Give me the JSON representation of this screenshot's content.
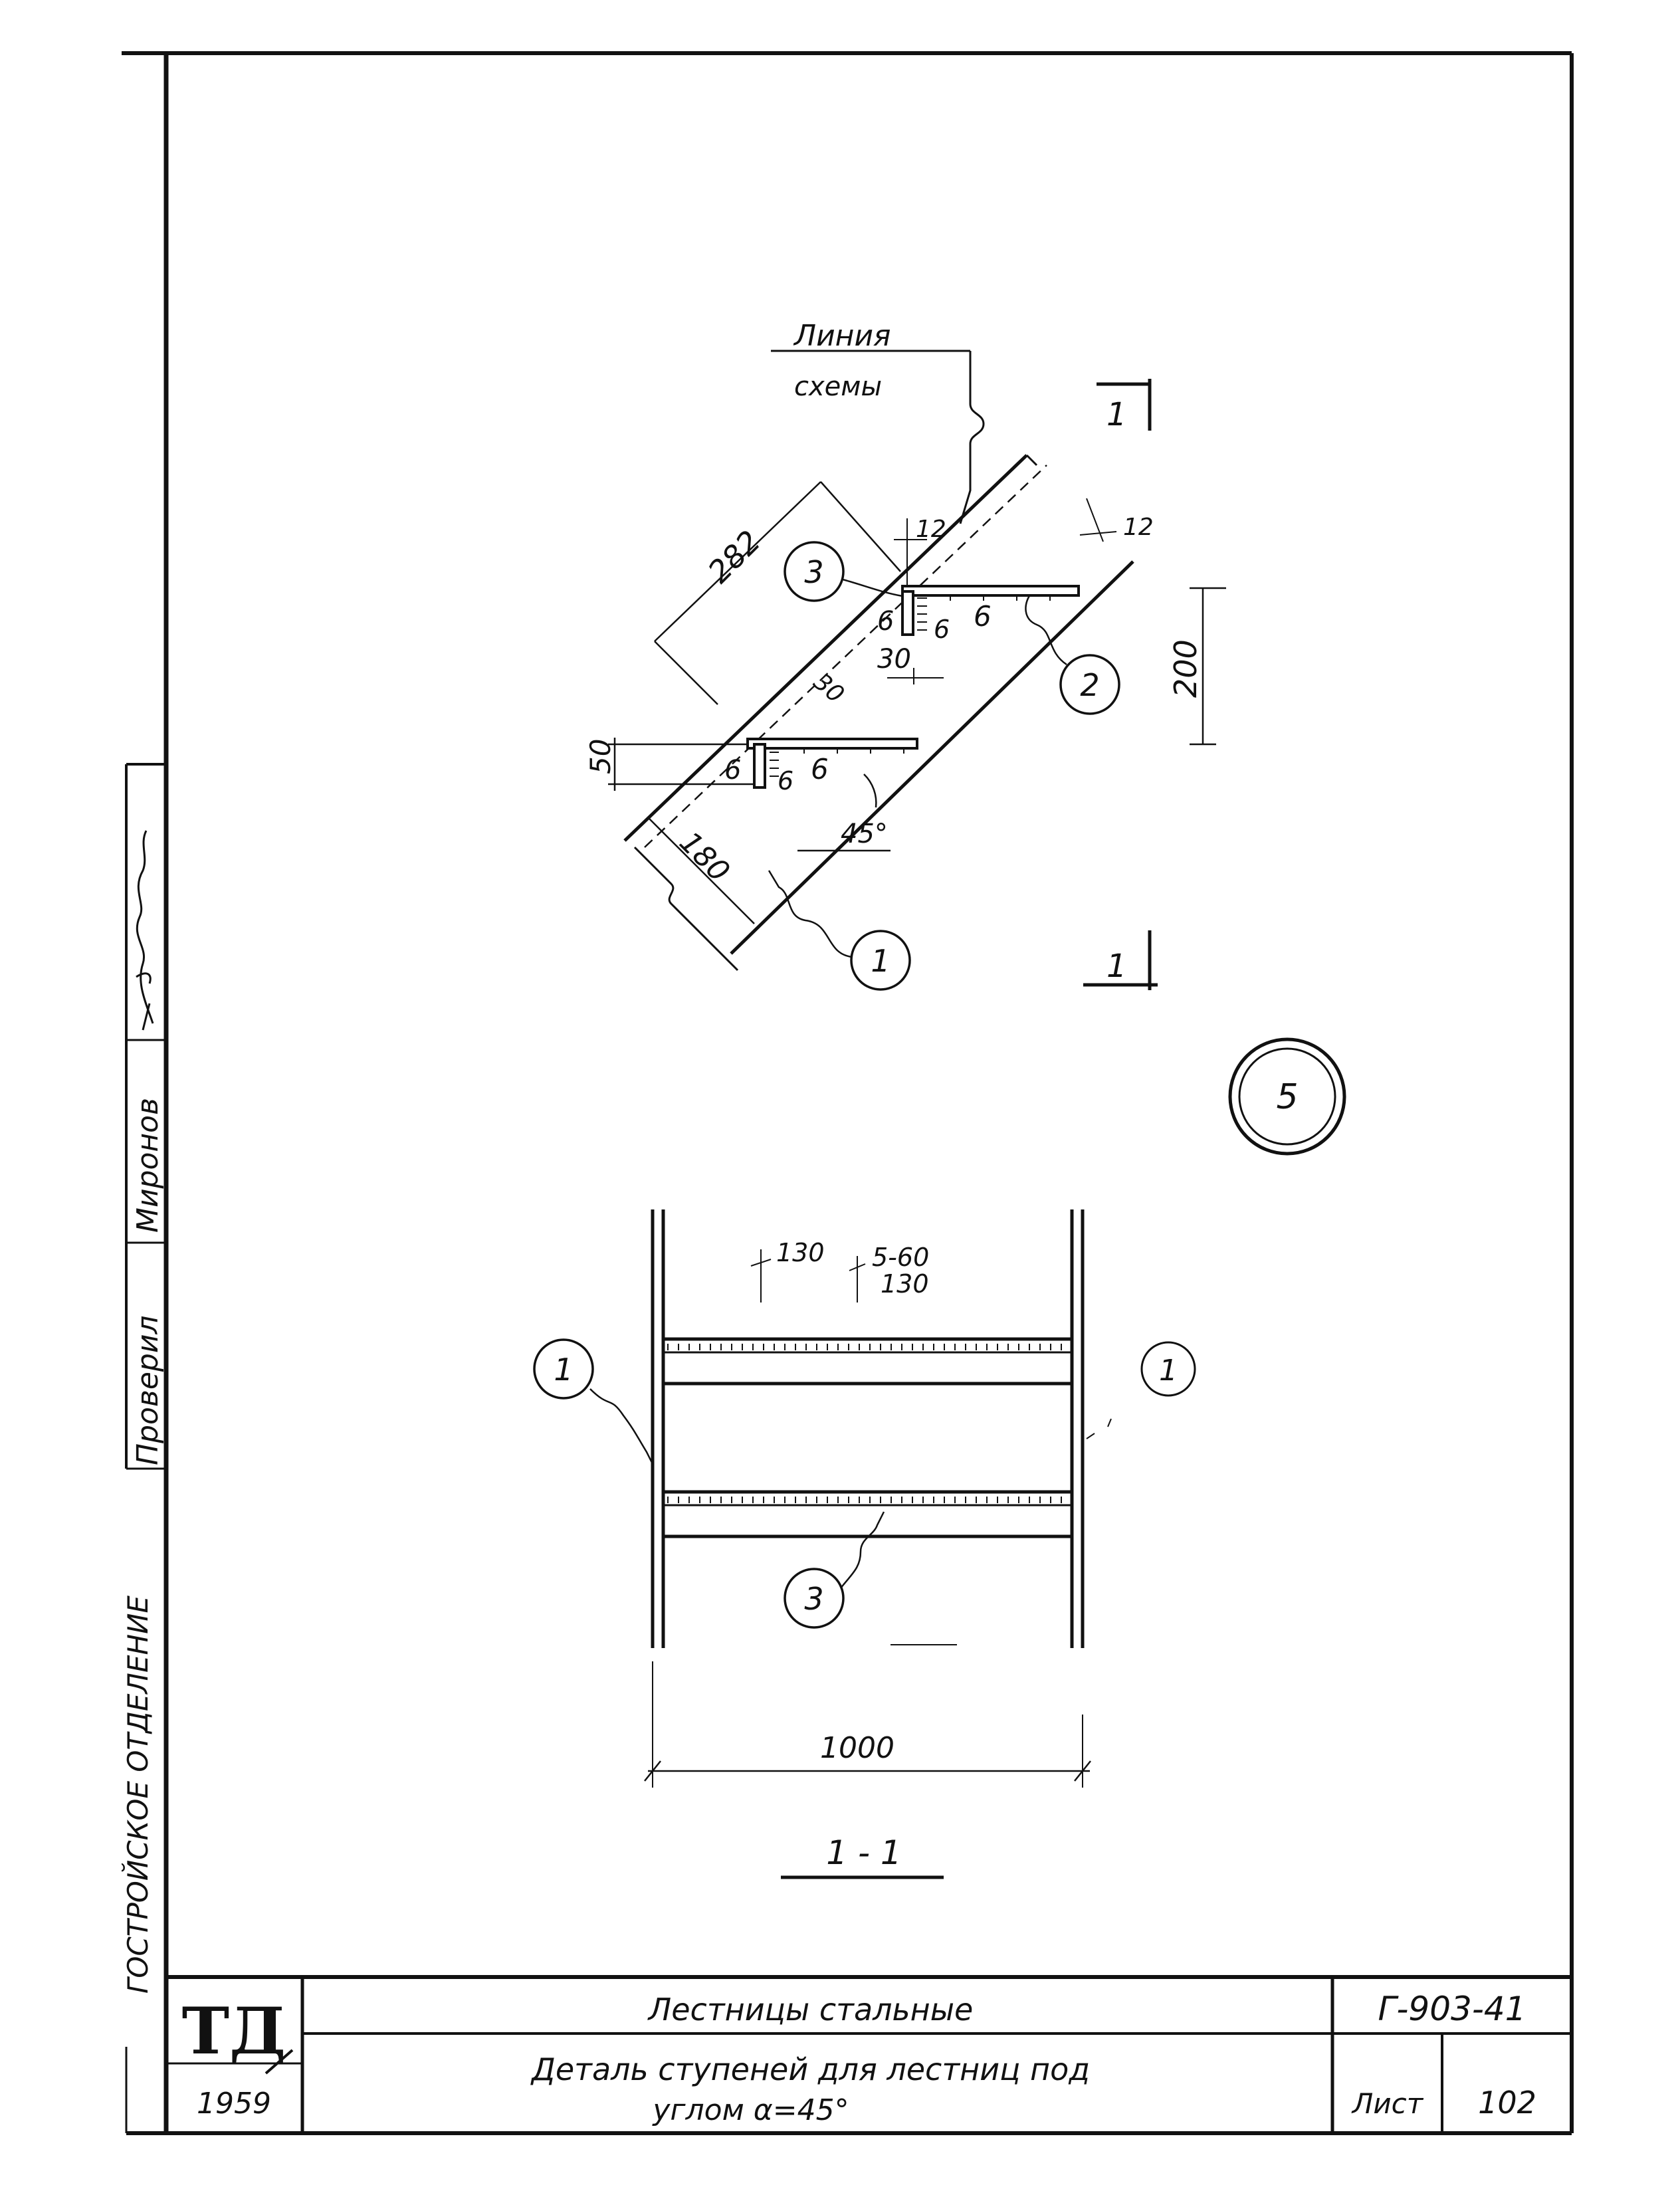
{
  "drawing": {
    "leader_line_label_1": "Линия",
    "leader_line_label_2": "схемы",
    "section_mark_top": "1",
    "section_mark_bottom": "1",
    "section_title": "1 - 1",
    "sheet_badge": "5",
    "callouts": {
      "stringer_top_view": "1",
      "step_plate": "2",
      "angle_top": "3",
      "stringer_left": "1",
      "stringer_right": "1",
      "angle_section": "3"
    },
    "dimensions": {
      "step_pitch": "282",
      "offset_a": "12",
      "offset_b": "12",
      "step_height": "200",
      "angle_leg": "50",
      "angle_span": "30",
      "slope_span": "30",
      "stringer_depth": "180",
      "slope_angle": "45°",
      "weld_1": "6",
      "weld_2": "6",
      "weld_3": "6",
      "weld_4": "6",
      "weld_5": "6",
      "weld_6": "6",
      "spacing_a": "130",
      "spacing_b_1": "5-60",
      "spacing_b_2": "130",
      "width": "1000"
    }
  },
  "side_stamp": {
    "org": "ГОСТРОЙСКОЕ ОТДЕЛЕНИЕ",
    "role": "Проверил",
    "name": "Миронов"
  },
  "title_block": {
    "logo": "ТД",
    "year": "1959",
    "series_title": "Лестницы стальные",
    "drawing_title_1": "Деталь ступеней для лестниц под",
    "drawing_title_2": "углом α=45°",
    "doc_code": "Г-903-41",
    "sheet_label": "Лист",
    "sheet_number": "102"
  }
}
